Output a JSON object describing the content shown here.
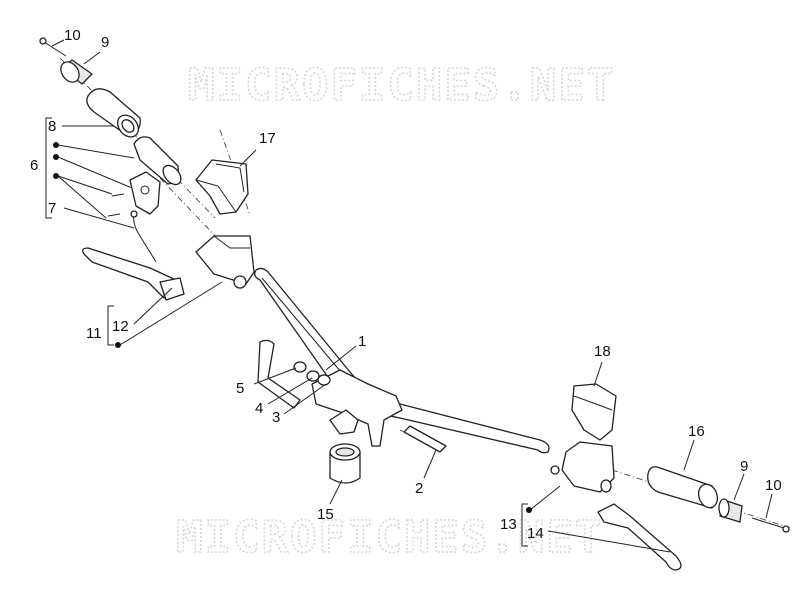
{
  "watermark": "MICROFICHES.NET",
  "callouts": {
    "c1": "1",
    "c2": "2",
    "c3": "3",
    "c4": "4",
    "c5": "5",
    "c6": "6",
    "c7": "7",
    "c8": "8",
    "c9_top": "9",
    "c10_top": "10",
    "c11": "11",
    "c12": "12",
    "c13": "13",
    "c14": "14",
    "c15": "15",
    "c16": "16",
    "c17": "17",
    "c18": "18",
    "c9_right": "9",
    "c10_right": "10"
  }
}
